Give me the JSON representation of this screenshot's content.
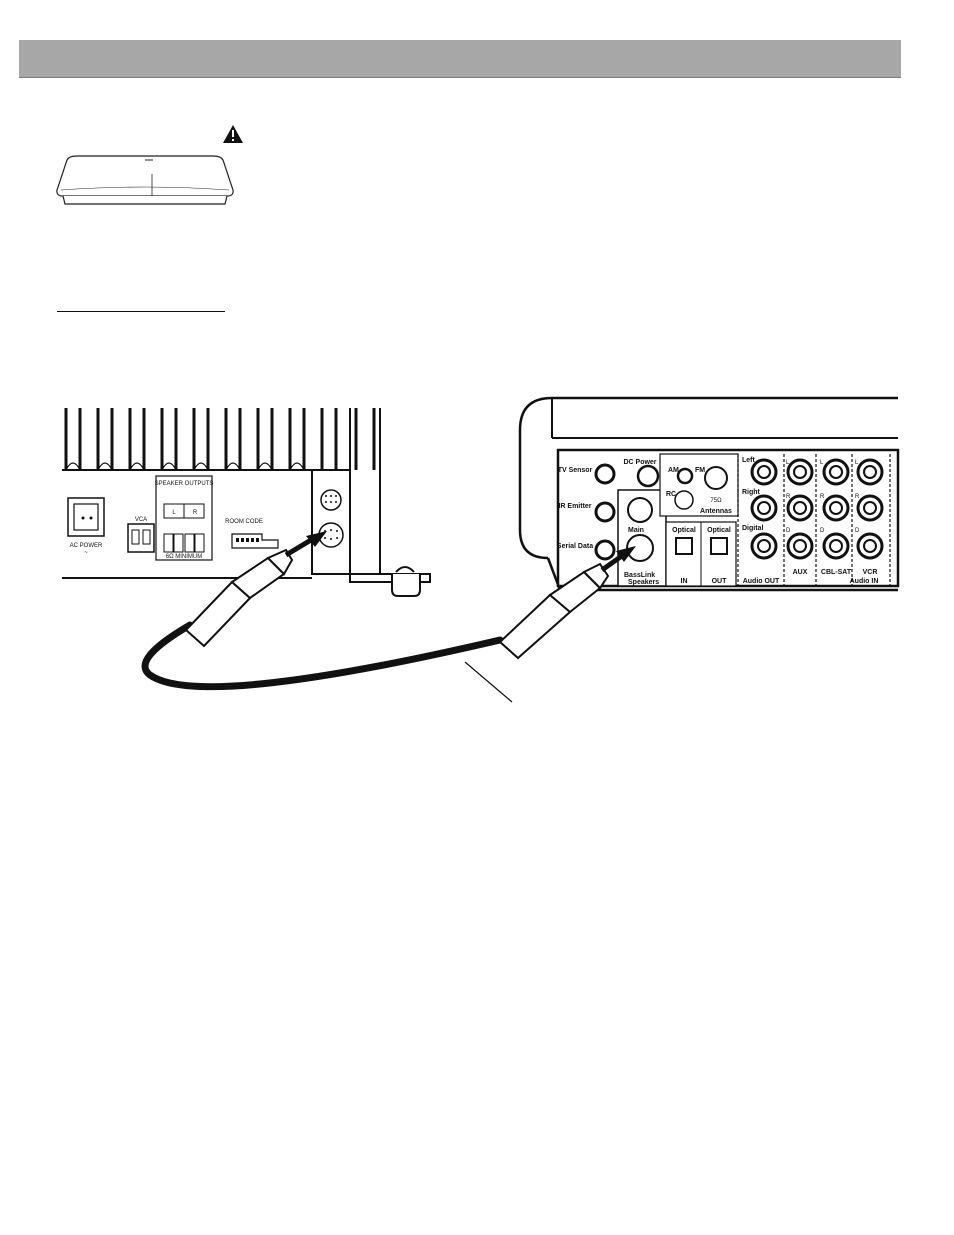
{
  "header": {
    "title": ""
  },
  "labels": {
    "ac_power": "AC POWER",
    "vca": "VCA",
    "speaker_outputs": "SPEAKER OUTPUTS",
    "speaker_l": "L",
    "speaker_r": "R",
    "minimum": "6Ω MINIMUM",
    "room_code": "ROOM CODE",
    "tv_sensor": "TV Sensor",
    "ir_emitter": "IR Emitter",
    "serial_data": "Serial Data",
    "dc_power": "DC Power",
    "am": "AM",
    "fm": "FM",
    "fm_ohm": "75Ω",
    "rc": "RC",
    "antennas": "Antennas",
    "main": "Main",
    "speakers": "Speakers",
    "bass_link": "BassLink",
    "optical_in": "Optical",
    "optical_out": "Optical",
    "in": "IN",
    "out": "OUT",
    "left": "Left",
    "right": "Right",
    "digital": "Digital",
    "audio_out": "Audio OUT",
    "aux": "AUX",
    "cbl_sat": "CBL-SAT",
    "vcr": "VCR",
    "audio_in": "Audio IN",
    "ch_l": "L",
    "ch_r": "R",
    "ch_d": "D"
  }
}
